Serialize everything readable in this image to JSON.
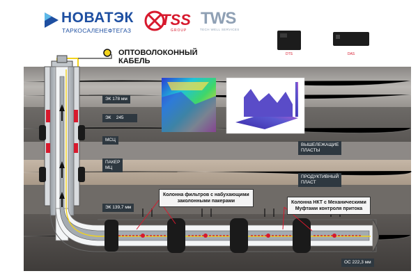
{
  "logos": {
    "novatek_name": "НОВАТЭК",
    "novatek_sub": "ТАРКОСАЛЕНЕФТЕГАЗ",
    "tss_name": "TSS",
    "tss_sub": "GROUP",
    "tws_name": "TWS",
    "tws_sub": "TECH WELL SERVICES"
  },
  "devices": {
    "dts": "DTS",
    "das": "DAS"
  },
  "fiber_label_line1": "ОПТОВОЛОКОННЫЙ",
  "fiber_label_line2": "КАБЕЛЬ",
  "tags": {
    "ek178": "ЭК 178 мм",
    "ek245_a": "ЭК",
    "ek245_b": "245",
    "msc": "МСЦ",
    "packer_1": "ПАКЕР",
    "packer_2": "МЦ",
    "ek139": "ЭК 139,7 мм",
    "overlying_1": "ВЫШЕЛЕЖАЩИЕ",
    "overlying_2": "ПЛАСТЫ",
    "productive_1": "ПРОДУКТИВНЫЙ",
    "productive_2": "ПЛАСТ",
    "os": "ОС 222,3 мм"
  },
  "callouts": {
    "filters_1": "Колонна фильтров с набухающими",
    "filters_2": "заколонными пакерами",
    "tubing_1": "Колонна НКТ с Механическими",
    "tubing_2": "Муфтами контроля притока"
  },
  "colors": {
    "novatek_blue": "#1e4fa1",
    "tss_red": "#d7192d",
    "tws_gray": "#8fa0b4",
    "fiber_yellow": "#f2d21b",
    "packer_black": "#1a1a1a",
    "flow_red": "#d22d2d"
  }
}
